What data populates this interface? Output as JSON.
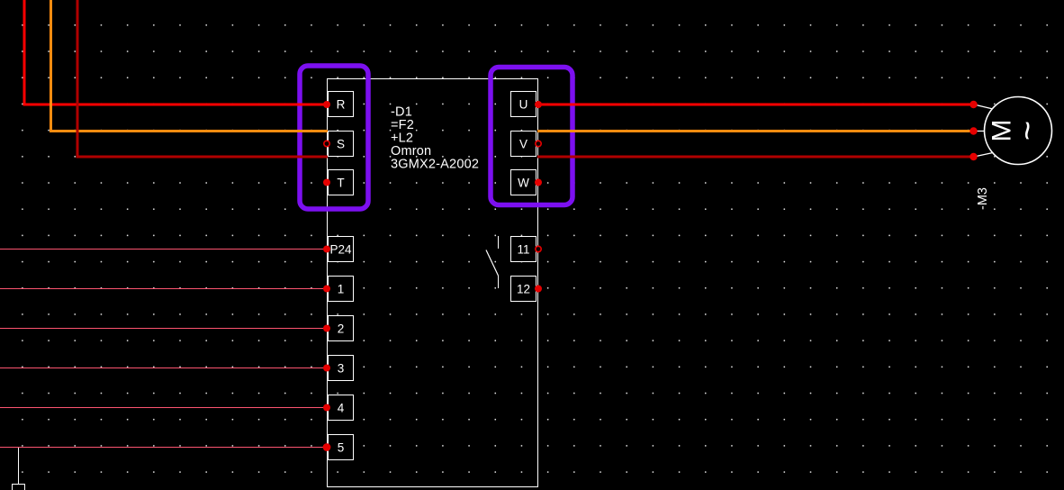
{
  "device": {
    "tag": "-D1",
    "function_code": "=F2",
    "location_code": "+L2",
    "manufacturer": "Omron",
    "model": "3GMX2-A2002"
  },
  "terminals": {
    "input": [
      "R",
      "S",
      "T"
    ],
    "output": [
      "U",
      "V",
      "W"
    ],
    "control_left": [
      "P24",
      "1",
      "2",
      "3",
      "4",
      "5"
    ],
    "control_right": [
      "11",
      "12"
    ]
  },
  "motor": {
    "letter": "M",
    "phase": "~",
    "tag": "-M3"
  },
  "colors": {
    "phase_l1": "#ff0000",
    "phase_l2": "#ff8c10",
    "phase_l3": "#b00000",
    "control_wire": "#fc5470",
    "highlight": "#7c10f0",
    "connection_dot": "#e60000",
    "line": "#ffffff",
    "background": "#000000"
  }
}
